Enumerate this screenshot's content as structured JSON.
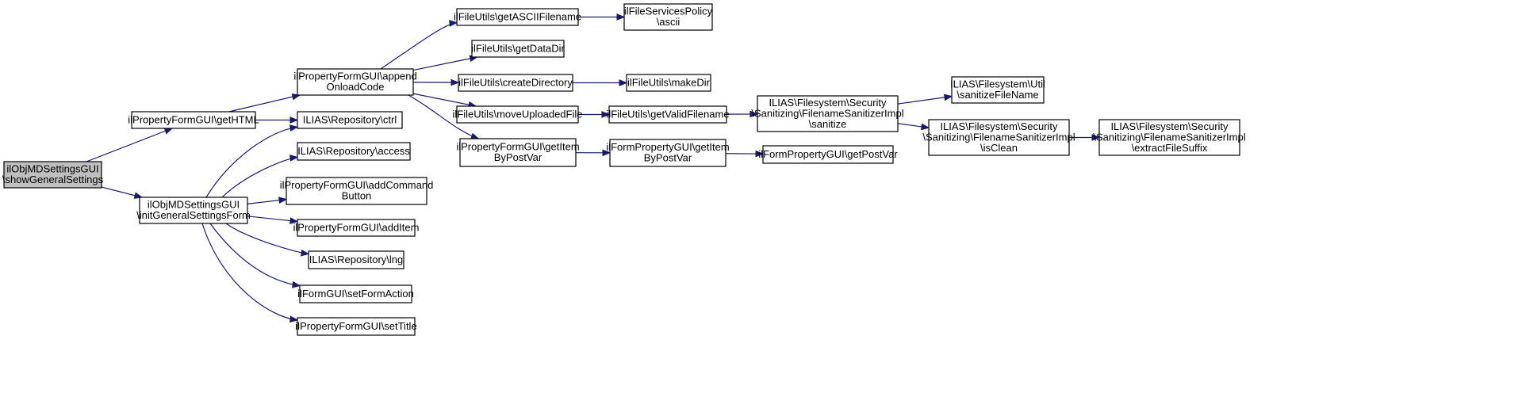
{
  "diagram": {
    "type": "call-graph",
    "colors": {
      "edge": "#191970",
      "node_fill": "#ffffff",
      "root_fill": "#bfbfbf",
      "node_stroke": "#000000"
    },
    "nodes": [
      {
        "id": "n0",
        "lines": [
          "ilObjMDSettingsGUI",
          "\\showGeneralSettings"
        ],
        "root": true
      },
      {
        "id": "n1",
        "lines": [
          "ilPropertyFormGUI\\getHTML"
        ]
      },
      {
        "id": "n2",
        "lines": [
          "ilObjMDSettingsGUI",
          "\\initGeneralSettingsForm"
        ]
      },
      {
        "id": "n3",
        "lines": [
          "ilPropertyFormGUI\\append",
          "OnloadCode"
        ]
      },
      {
        "id": "n4",
        "lines": [
          "ILIAS\\Repository\\ctrl"
        ]
      },
      {
        "id": "n5",
        "lines": [
          "ILIAS\\Repository\\access"
        ]
      },
      {
        "id": "n6",
        "lines": [
          "ilPropertyFormGUI\\addCommand",
          "Button"
        ]
      },
      {
        "id": "n7",
        "lines": [
          "ilPropertyFormGUI\\addItem"
        ]
      },
      {
        "id": "n8",
        "lines": [
          "ILIAS\\Repository\\lng"
        ]
      },
      {
        "id": "n9",
        "lines": [
          "ilFormGUI\\setFormAction"
        ]
      },
      {
        "id": "n10",
        "lines": [
          "ilPropertyFormGUI\\setTitle"
        ]
      },
      {
        "id": "n11",
        "lines": [
          "ilFileUtils\\getASCIIFilename"
        ]
      },
      {
        "id": "n12",
        "lines": [
          "ilFileUtils\\getDataDir"
        ]
      },
      {
        "id": "n13",
        "lines": [
          "ilFileUtils\\createDirectory"
        ]
      },
      {
        "id": "n14",
        "lines": [
          "ilFileUtils\\moveUploadedFile"
        ]
      },
      {
        "id": "n15",
        "lines": [
          "ilPropertyFormGUI\\getItem",
          "ByPostVar"
        ]
      },
      {
        "id": "n16",
        "lines": [
          "ilFileServicesPolicy",
          "\\ascii"
        ]
      },
      {
        "id": "n17",
        "lines": [
          "ilFileUtils\\makeDir"
        ]
      },
      {
        "id": "n18",
        "lines": [
          "ilFileUtils\\getValidFilename"
        ]
      },
      {
        "id": "n19",
        "lines": [
          "ilFormPropertyGUI\\getItem",
          "ByPostVar"
        ]
      },
      {
        "id": "n20",
        "lines": [
          "ILIAS\\Filesystem\\Security",
          "\\Sanitizing\\FilenameSanitizerImpl",
          "\\sanitize"
        ]
      },
      {
        "id": "n21",
        "lines": [
          "ilFormPropertyGUI\\getPostVar"
        ]
      },
      {
        "id": "n22",
        "lines": [
          "ILIAS\\Filesystem\\Util",
          "\\sanitizeFileName"
        ]
      },
      {
        "id": "n23",
        "lines": [
          "ILIAS\\Filesystem\\Security",
          "\\Sanitizing\\FilenameSanitizerImpl",
          "\\isClean"
        ]
      },
      {
        "id": "n24",
        "lines": [
          "ILIAS\\Filesystem\\Security",
          "\\Sanitizing\\FilenameSanitizerImpl",
          "\\extractFileSuffix"
        ]
      }
    ],
    "edges": [
      [
        "n0",
        "n1"
      ],
      [
        "n0",
        "n2"
      ],
      [
        "n1",
        "n3"
      ],
      [
        "n1",
        "n4"
      ],
      [
        "n2",
        "n4"
      ],
      [
        "n2",
        "n5"
      ],
      [
        "n2",
        "n6"
      ],
      [
        "n2",
        "n7"
      ],
      [
        "n2",
        "n8"
      ],
      [
        "n2",
        "n9"
      ],
      [
        "n2",
        "n10"
      ],
      [
        "n3",
        "n11"
      ],
      [
        "n3",
        "n12"
      ],
      [
        "n3",
        "n13"
      ],
      [
        "n3",
        "n14"
      ],
      [
        "n3",
        "n15"
      ],
      [
        "n11",
        "n16"
      ],
      [
        "n13",
        "n17"
      ],
      [
        "n14",
        "n18"
      ],
      [
        "n15",
        "n19"
      ],
      [
        "n18",
        "n20"
      ],
      [
        "n19",
        "n21"
      ],
      [
        "n20",
        "n22"
      ],
      [
        "n20",
        "n23"
      ],
      [
        "n23",
        "n24"
      ]
    ]
  }
}
